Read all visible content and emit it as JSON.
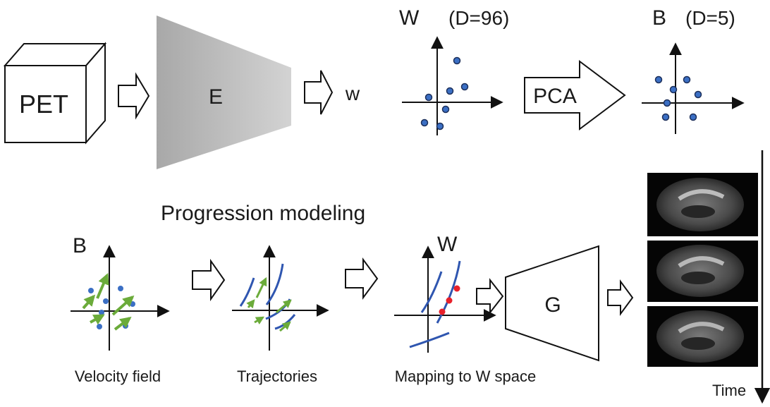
{
  "labels": {
    "pet": "PET",
    "encoder": "E",
    "latent_w": "w",
    "w_space": "W",
    "w_dim": "(D=96)",
    "pca": "PCA",
    "b_space": "B",
    "b_dim": "(D=5)",
    "section_title": "Progression modeling",
    "b_space_lower": "B",
    "w_space_lower": "W",
    "generator": "G",
    "caption_velocity": "Velocity field",
    "caption_trajectories": "Trajectories",
    "caption_mapping": "Mapping to W space",
    "time_axis": "Time"
  },
  "colors": {
    "point_blue": "#3b6fc4",
    "arrow_green": "#6bab3a",
    "curve_blue": "#2f56b0",
    "highlight_red": "#e8202a",
    "encoder_gray": "#bdbdbd"
  },
  "icons": [
    "right-arrow-icon",
    "cube-icon",
    "axes-icon",
    "brain-mri-slice-icon"
  ]
}
